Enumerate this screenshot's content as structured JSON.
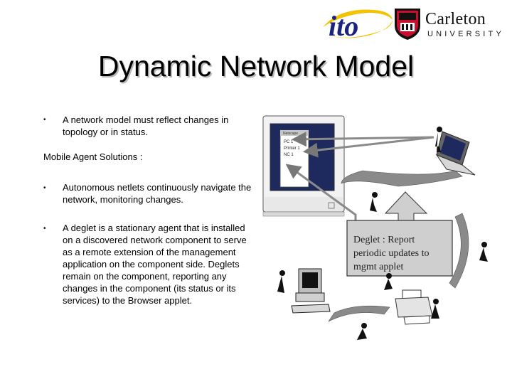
{
  "header": {
    "logo_text": "ito",
    "brand_name": "Carleton",
    "brand_sub": "UNIVERSITY"
  },
  "slide": {
    "title": "Dynamic Network Model",
    "bullet_symbol": "•",
    "bullet1": "A network model must reflect changes in topology or in status.",
    "subheading": "Mobile Agent Solutions :",
    "bullet2": "Autonomous netlets continuously navigate the network, monitoring changes.",
    "bullet3": "A deglet is a stationary agent that is installed on a discovered network component to serve as a remote extension of the management application on the component side. Deglets remain on the component, reporting any changes in the component (its status or its services) to the Browser applet."
  },
  "diagram": {
    "deglet_label": "Deglet : Report periodic updates to mgmt applet",
    "screen_header": "Netscape",
    "screen_items": [
      "PC 1",
      "Printer 1",
      "NC 1"
    ],
    "colors": {
      "monitor_screen": "#1e2a5e",
      "window_bg": "#ffffff",
      "arrow_gray": "#8a8a8a",
      "logo_blue": "#1a237e",
      "logo_yellow": "#f2c300",
      "crest_red": "#c8102e"
    },
    "icons": [
      "monitor-icon",
      "laptop-icon",
      "desktop-pc-icon",
      "printer-icon",
      "agent-figure-icon"
    ]
  }
}
